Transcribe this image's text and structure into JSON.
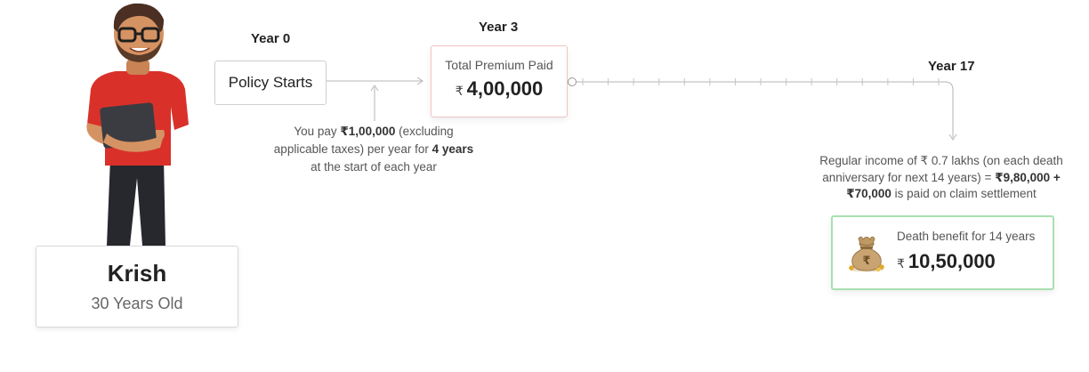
{
  "person": {
    "name": "Krish",
    "age": "30 Years Old"
  },
  "timeline": {
    "year0_label": "Year 0",
    "year3_label": "Year 3",
    "year17_label": "Year 17",
    "policy_starts": "Policy Starts",
    "premium": {
      "title": "Total Premium Paid",
      "currency": "₹",
      "amount": "4,00,000"
    },
    "pay_note": {
      "p1": "You pay ",
      "b1": "₹1,00,000",
      "p2": " (excluding applicable taxes) per year for ",
      "b2": "4 years",
      "p3": " at the start of each year"
    },
    "income_note": {
      "p1": "Regular income of ₹ 0.7 lakhs (on each death anniversary for next 14 years) = ",
      "b1": "₹9,80,000 + ₹70,000",
      "p2": " is paid on claim settlement"
    },
    "benefit": {
      "title": "Death benefit for 14 years",
      "currency": "₹",
      "amount": "10,50,000"
    }
  },
  "colors": {
    "premium_border": "#f4c2c2",
    "benefit_border": "#a8e0b0",
    "line": "#b5b5b5",
    "shirt": "#d9312a",
    "moneybag": "#c9a472"
  }
}
